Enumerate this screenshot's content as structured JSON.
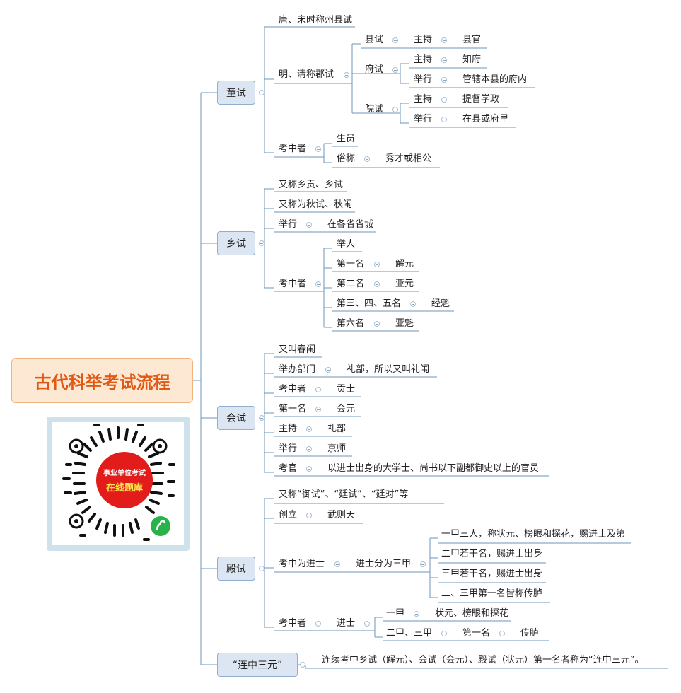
{
  "root": "古代科举考试流程",
  "qr": {
    "line1": "事业单位考试",
    "line2": "在线题库",
    "wechat_icon": "wechat-miniprogram-icon"
  },
  "colors": {
    "root_fill": "#fde8d3",
    "root_text": "#e05a16",
    "topic_fill": "#dbe6f2",
    "line": "#6f95b8",
    "badge": "#e21b1b"
  },
  "tongshi": {
    "title": "童试",
    "a": "唐、宋时称州县试",
    "b": "明、清称郡试",
    "xianshi": "县试",
    "xianshi_host_k": "主持",
    "xianshi_host_v": "县官",
    "fushi": "府试",
    "fushi_host_k": "主持",
    "fushi_host_v": "知府",
    "fushi_hold_k": "举行",
    "fushi_hold_v": "管辖本县的府内",
    "yuanshi": "院试",
    "yuanshi_host_k": "主持",
    "yuanshi_host_v": "提督学政",
    "yuanshi_hold_k": "举行",
    "yuanshi_hold_v": "在县或府里",
    "pass": "考中者",
    "pass_a": "生员",
    "pass_b_k": "俗称",
    "pass_b_v": "秀才或相公"
  },
  "xiangshi": {
    "title": "乡试",
    "a": "又称乡贡、乡试",
    "b": "又称为秋试、秋闱",
    "hold_k": "举行",
    "hold_v": "在各省省城",
    "pass": "考中者",
    "p0": "举人",
    "p1_k": "第一名",
    "p1_v": "解元",
    "p2_k": "第二名",
    "p2_v": "亚元",
    "p3_k": "第三、四、五名",
    "p3_v": "经魁",
    "p6_k": "第六名",
    "p6_v": "亚魁"
  },
  "huishi": {
    "title": "会试",
    "a": "又叫春闱",
    "dept_k": "举办部门",
    "dept_v": "礼部，所以又叫礼闱",
    "pass_k": "考中者",
    "pass_v": "贡士",
    "first_k": "第一名",
    "first_v": "会元",
    "host_k": "主持",
    "host_v": "礼部",
    "hold_k": "举行",
    "hold_v": "京师",
    "exam_k": "考官",
    "exam_v": "以进士出身的大学士、尚书以下副都御史以上的官员"
  },
  "dianshi": {
    "title": "殿试",
    "a": "又称“御试”、“廷试”、“廷对”等",
    "found_k": "创立",
    "found_v": "武则天",
    "jinshi_k": "考中为进士",
    "jinshi_m": "进士分为三甲",
    "j1": "一甲三人，称状元、榜眼和探花，赐进士及第",
    "j2": "二甲若干名，赐进士出身",
    "j3": "三甲若干名，赐进士出身",
    "j4": "二、三甲第一名皆称传胪",
    "pass": "考中者",
    "pass_m": "进士",
    "y1_k": "一甲",
    "y1_v": "状元、榜眼和探花",
    "y2_k": "二甲、三甲",
    "y2_m": "第一名",
    "y2_v": "传胪"
  },
  "lian": {
    "title": "“连中三元”",
    "desc": "连续考中乡试（解元）、会试（会元）、殿试（状元）第一名者称为“连中三元”。"
  }
}
